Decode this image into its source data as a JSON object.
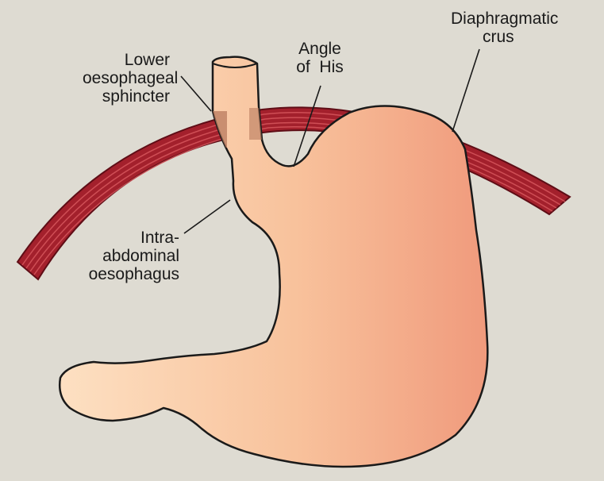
{
  "labels": {
    "lower_oesophageal_sphincter": [
      "Lower",
      "oesophageal",
      "sphincter"
    ],
    "angle_of_his": [
      "Angle",
      "of  His"
    ],
    "diaphragmatic_crus": [
      "Diaphragmatic",
      "crus"
    ],
    "intra_abdominal_oesophagus": [
      "Intra-",
      "abdominal",
      "oesophagus"
    ]
  },
  "colors": {
    "background": "#dedbd2",
    "muscle": "#a3202c",
    "muscle_stripe": "#d95a60",
    "stomach_light": "#fbd4b0",
    "stomach_dark": "#f2a07f",
    "sphincter": "#b87a5e",
    "outline": "#1a1a1a"
  }
}
